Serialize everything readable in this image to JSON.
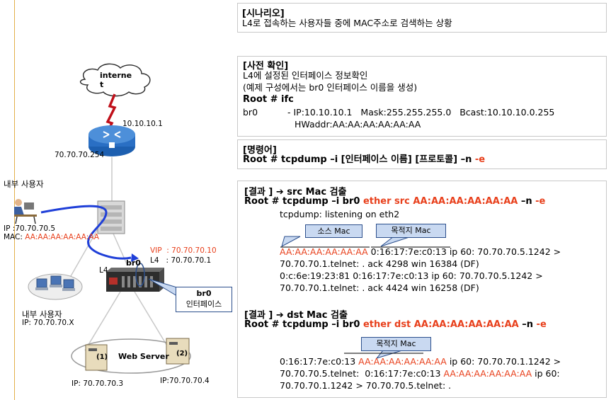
{
  "scenario": {
    "title": "[시나리오]",
    "text": "L4로 접속하는 사용자들 중에 MAC주소로 검색하는 상황"
  },
  "precheck": {
    "title": "[사전 확인]",
    "line1": "L4에 설정된 인터페이스 정보확인",
    "line2": "(예제 구성에서는 br0 인터페이스 이름을 생성)",
    "cmd": "Root # ifc",
    "iface": "br0",
    "info1": "- IP:10.10.10.1   Mask:255.255.255.0   Bcast:10.10.10.0.255",
    "info2": "HWaddr:AA:AA:AA:AA:AA:AA"
  },
  "command": {
    "title": "[명령어]",
    "text": "Root # tcpdump –i [인터페이스 이름] [프로토콜] –n ",
    "flag": "-e"
  },
  "result_src": {
    "title": "[결과 ] ➔ src Mac 검출",
    "cmd_prefix": "Root # tcpdump –i br0 ",
    "cmd_red": "ether src AA:AA:AA:AA:AA:AA",
    "cmd_mid": " –n ",
    "cmd_flag": "-e",
    "listening": "tcpdump: listening on eth2",
    "callout_src": "소스 Mac",
    "callout_dst": "목적지 Mac",
    "l1_red": "AA:AA:AA:AA:AA:AA",
    "l1_rest": " 0:16:17:7e:c0:13 ip 60: 70.70.70.5.1242 >",
    "l2": "70.70.70.1.telnet: . ack 4298 win 16384 (DF)",
    "l3": "0:c:6e:19:23:81 0:16:17:7e:c0:13 ip 60: 70.70.70.5.1242 >",
    "l4": "70.70.70.1.telnet: . ack 4424 win 16258 (DF)"
  },
  "result_dst": {
    "title": "[결과 ] ➔ dst Mac 검출",
    "cmd_prefix": "Root # tcpdump –i br0 ",
    "cmd_red": "ether dst AA:AA:AA:AA:AA:AA",
    "cmd_mid": " –n ",
    "cmd_flag": "-e",
    "callout_dst": "목적지 Mac",
    "l1_a": "0:16:17:7e:c0:13 ",
    "l1_red": "AA:AA:AA:AA:AA:AA",
    "l1_b": " ip 60: 70.70.70.1.1242 >",
    "l2_a": "70.70.70.5.telnet:  0:16:17:7e:c0:13 ",
    "l2_red": "AA:AA:AA:AA:AA:AA",
    "l2_b": " ip 60:",
    "l3": "70.70.70.1.1242 > 70.70.70.5.telnet: ."
  },
  "diagram": {
    "internet": "interne\nt",
    "router_ip": "10.10.10.1",
    "router_lan": "70.70.70.254",
    "internal_user": "내부 사용자",
    "user_ip": "IP :70.70.70.5",
    "user_mac_label": "MAC: ",
    "user_mac": "AA:AA:AA:AA:AA:AA",
    "vip": "VIP  : 70.70.70.10",
    "l4_ip": "L4   : 70.70.70.1",
    "br0": "br0",
    "l4": "L4",
    "br0_callout_1": "br0",
    "br0_callout_2": "인터페이스",
    "internal_users2": "내부 사용자",
    "internal_users2_ip": "IP: 70.70.70.X",
    "web_server": "Web Server",
    "srv1": "(1)",
    "srv2": "(2)",
    "srv1_ip": "IP: 70.70.70.3",
    "srv2_ip": "IP:70.70.70.4",
    "colors": {
      "accent_red": "#e8401c",
      "link_blue": "#1f3fd8",
      "callout_bg": "#c9d9f1"
    }
  }
}
